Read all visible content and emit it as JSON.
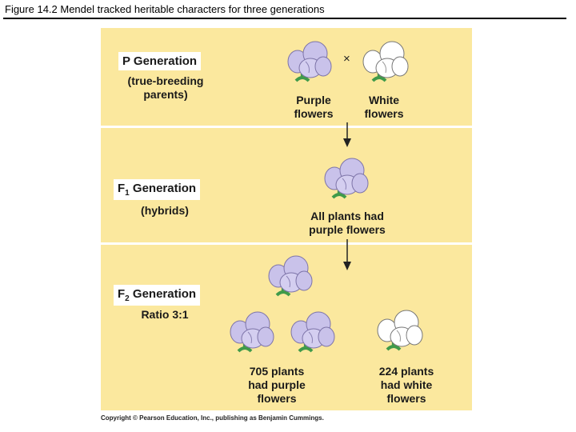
{
  "figure": {
    "title": "Figure 14.2  Mendel tracked heritable characters for three generations"
  },
  "p_generation": {
    "label": "P Generation",
    "sublabel_line1": "(true-breeding",
    "sublabel_line2": "parents)",
    "cross_symbol": "×",
    "purple_caption": "Purple\nflowers",
    "white_caption": "White\nflowers"
  },
  "f1_generation": {
    "label_prefix": "F",
    "label_sub": "1",
    "label_suffix": " Generation",
    "sublabel": "(hybrids)",
    "caption": "All plants had\npurple flowers"
  },
  "f2_generation": {
    "label_prefix": "F",
    "label_sub": "2",
    "label_suffix": " Generation",
    "sublabel": "Ratio 3:1",
    "purple_caption": "705 plants\nhad purple\nflowers",
    "white_caption": "224 plants\nhad white\nflowers"
  },
  "copyright": "Copyright © Pearson Education, Inc., publishing as Benjamin Cummings.",
  "colors": {
    "band": "#fbe89e",
    "purple_flower": "#c9c2ea",
    "white_flower": "#ffffff",
    "stem": "#3f9a4a"
  },
  "icons": [
    "purple-flower-icon",
    "white-flower-icon",
    "down-arrow-icon"
  ]
}
